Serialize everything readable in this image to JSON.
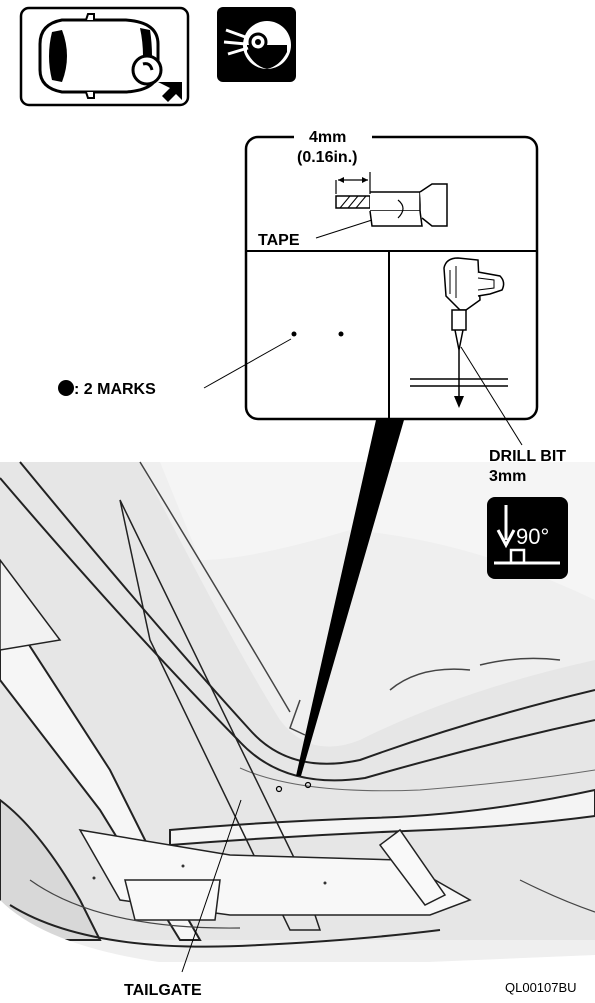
{
  "labels": {
    "drill_length": "4mm",
    "drill_length_in": "(0.16in.)",
    "tape": "TAPE",
    "marks": ": 2 MARKS",
    "drill_bit": "DRILL BIT",
    "drill_size": "3mm",
    "angle": "90°",
    "tailgate": "TAILGATE",
    "figure_code": "QL00107BU"
  },
  "icons": {
    "vehicle_location": "vehicle-rear-location-icon",
    "eye_protection": "eye-protection-icon",
    "electric_drill": "electric-drill-icon",
    "perpendicular": "perpendicular-90-icon",
    "mark_bullet": "black-dot-icon"
  }
}
